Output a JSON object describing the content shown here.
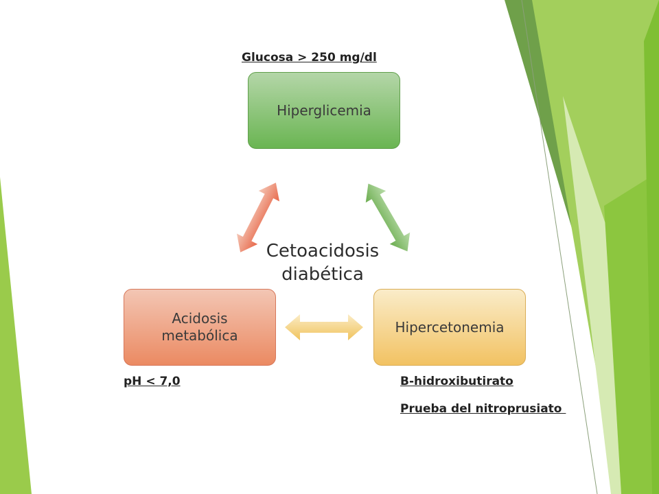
{
  "center": {
    "line1": "Cetoacidosis",
    "line2": "diabética"
  },
  "nodes": {
    "hyperglycemia": "Hiperglicemia",
    "acidosis_line1": "Acidosis",
    "acidosis_line2": "metabólica",
    "hyperketonemia": "Hipercetonemia"
  },
  "notes": {
    "glucose": "Glucosa > 250 mg/dl",
    "ph": "pH < 7,0",
    "bhb": "B-hidroxibutirato",
    "nitroprusside": "Prueba del nitroprusiato "
  },
  "colors": {
    "green_node": "#6ab552",
    "orange_node": "#eb8a62",
    "yellow_node": "#f2c262",
    "accent_green": "#8cc63f"
  }
}
